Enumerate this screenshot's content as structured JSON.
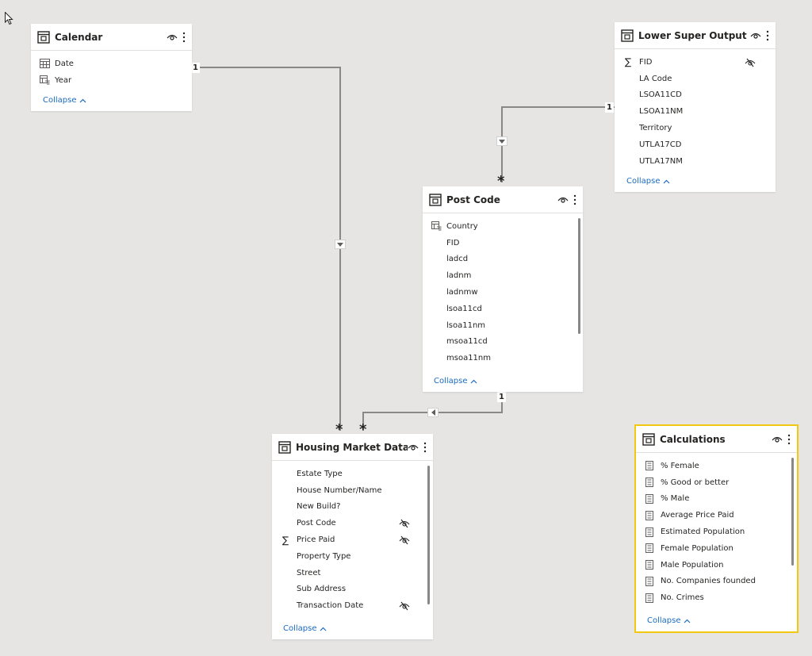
{
  "tables": {
    "calendar": {
      "title": "Calendar",
      "fields": [
        "Date",
        "Year"
      ],
      "collapse": "Collapse"
    },
    "lsoa": {
      "title": "Lower Super Output ...",
      "fields": [
        "FID",
        "LA Code",
        "LSOA11CD",
        "LSOA11NM",
        "Territory",
        "UTLA17CD",
        "UTLA17NM"
      ],
      "collapse": "Collapse"
    },
    "postcode": {
      "title": "Post Code",
      "fields": [
        "Country",
        "FID",
        "ladcd",
        "ladnm",
        "ladnmw",
        "lsoa11cd",
        "lsoa11nm",
        "msoa11cd",
        "msoa11nm"
      ],
      "collapse": "Collapse"
    },
    "housing": {
      "title": "Housing Market Data",
      "fields": [
        "Estate Type",
        "House Number/Name",
        "New Build?",
        "Post Code",
        "Price Paid",
        "Property Type",
        "Street",
        "Sub Address",
        "Transaction Date"
      ],
      "collapse": "Collapse"
    },
    "calculations": {
      "title": "Calculations",
      "fields": [
        "% Female",
        "% Good or better",
        "% Male",
        "Average Price Paid",
        "Estimated Population",
        "Female Population",
        "Male Population",
        "No. Companies founded",
        "No. Crimes"
      ],
      "collapse": "Collapse"
    }
  },
  "relationships": {
    "one": "1",
    "many": "*"
  },
  "colors": {
    "canvas": "#e6e5e3",
    "line": "#8a8886",
    "link": "#1a6bbf",
    "selected_outline": "#f2c811"
  },
  "icons": [
    "table-icon",
    "eye-icon",
    "more-icon",
    "sigma-icon",
    "calendar-icon",
    "hierarchy-icon",
    "hidden-eye-icon",
    "measure-icon",
    "chevron-up-icon",
    "filter-arrow-icon",
    "cursor-icon"
  ]
}
